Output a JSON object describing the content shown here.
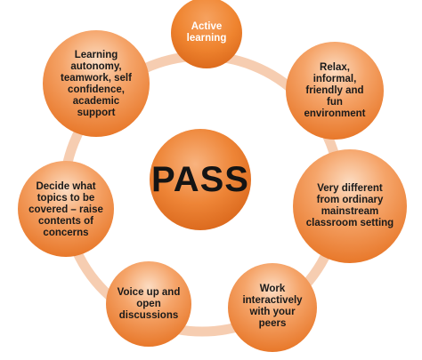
{
  "center": {
    "label": "PASS"
  },
  "nodes": [
    {
      "id": "active-learning",
      "label": "Active\nlearning"
    },
    {
      "id": "relax",
      "label": "Relax,\ninformal,\nfriendly and\nfun\nenvironment"
    },
    {
      "id": "very-different",
      "label": "Very different\nfrom ordinary\nmainstream\nclassroom setting"
    },
    {
      "id": "work-interactively",
      "label": "Work\ninteractively\nwith your\npeers"
    },
    {
      "id": "voice-up",
      "label": "Voice up and\nopen\ndiscussions"
    },
    {
      "id": "decide-topics",
      "label": "Decide what\ntopics to be\ncovered – raise\ncontents of\nconcerns"
    },
    {
      "id": "learning-autonomy",
      "label": "Learning\nautonomy,\nteamwork, self\nconfidence,\nacademic\nsupport"
    }
  ],
  "colors": {
    "ring": "#f5c8a8",
    "center_fill": "#ec7a2c",
    "center_fill_light": "#f6b07c",
    "node_fill": "#ee8537",
    "node_fill_light": "#fbd3b2",
    "node_fill_mid": "#f49a56"
  }
}
